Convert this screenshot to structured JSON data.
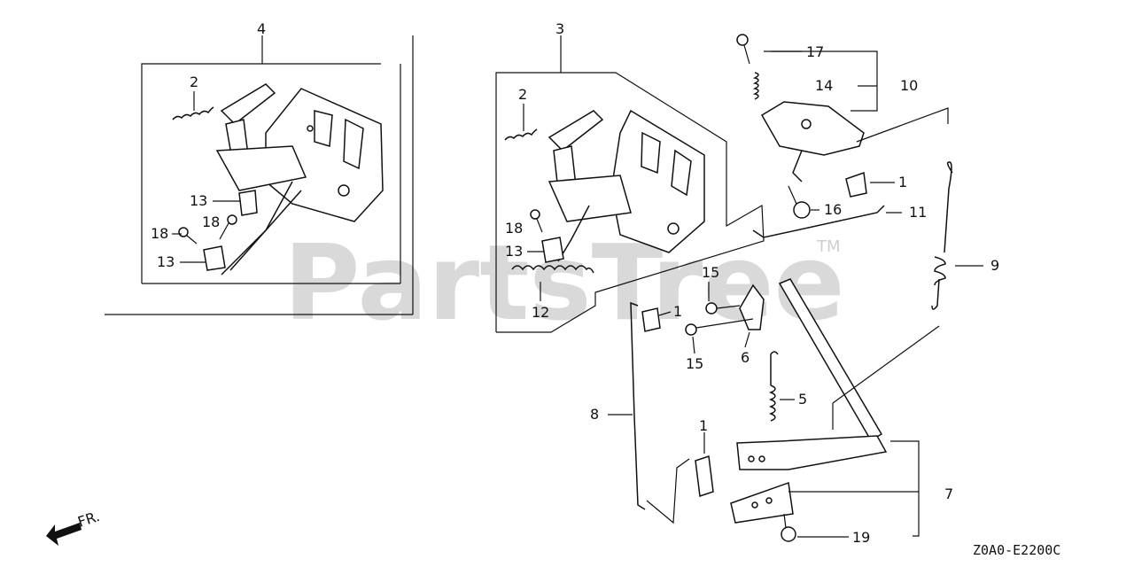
{
  "watermark": {
    "text": "PartsTree",
    "trademark": "TM"
  },
  "diagram_code": "Z0A0-E2200C",
  "direction_label": "FR.",
  "callouts": {
    "c4_top": "4",
    "c3_top": "3",
    "c2_left": "2",
    "c13_left_a": "13",
    "c18_left_a": "18",
    "c18_left_b": "18",
    "c13_left_b": "13",
    "c2_mid": "2",
    "c18_mid": "18",
    "c13_mid": "13",
    "c12": "12",
    "c17": "17",
    "c14": "14",
    "c10": "10",
    "c1_top": "1",
    "c16": "16",
    "c11": "11",
    "c9": "9",
    "c15_top": "15",
    "c1_mid": "1",
    "c15_bot": "15",
    "c6": "6",
    "c5": "5",
    "c8": "8",
    "c1_bot": "1",
    "c7": "7",
    "c19": "19"
  }
}
